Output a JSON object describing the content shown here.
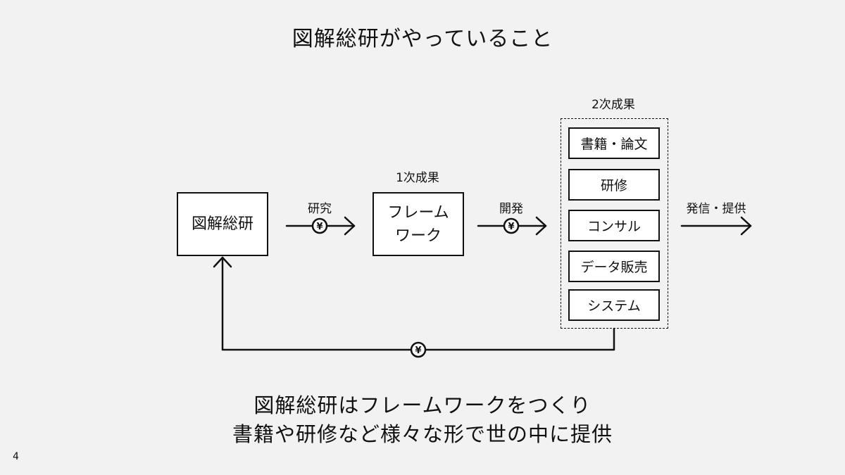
{
  "title": "図解総研がやっていること",
  "nodes": {
    "org": "図解総研",
    "framework_line1": "フレーム",
    "framework_line2": "ワーク",
    "first_result": "1次成果",
    "second_result": "2次成果"
  },
  "edges": {
    "research": "研究",
    "development": "開発",
    "distribution": "発信・提供",
    "currency_symbol": "¥"
  },
  "outputs": [
    "書籍・論文",
    "研修",
    "コンサル",
    "データ販売",
    "システム"
  ],
  "summary": {
    "line1": "図解総研はフレームワークをつくり",
    "line2": "書籍や研修など様々な形で世の中に提供"
  },
  "page_number": "4"
}
